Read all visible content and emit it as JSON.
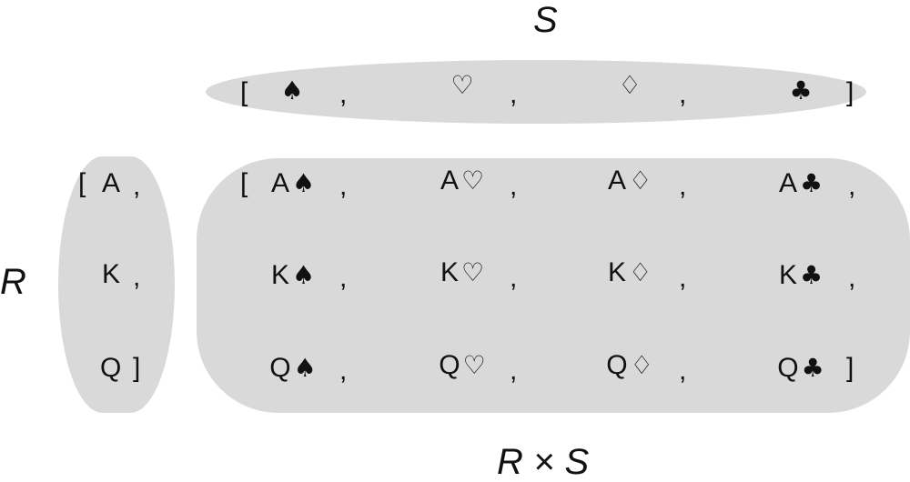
{
  "labels": {
    "s": "S",
    "r": "R",
    "rs": "R × S"
  },
  "set_s": {
    "open": "[",
    "close": "]",
    "sep": ",",
    "items": [
      "♠",
      "♡",
      "♢",
      "♣"
    ]
  },
  "set_r": {
    "open": "[",
    "close": "]",
    "sep": ",",
    "items": [
      "A",
      "K",
      "Q"
    ]
  },
  "product": {
    "open": "[",
    "close": "]",
    "sep": ",",
    "rows": [
      [
        {
          "rank": "A",
          "suit": "♠"
        },
        {
          "rank": "A",
          "suit": "♡"
        },
        {
          "rank": "A",
          "suit": "♢"
        },
        {
          "rank": "A",
          "suit": "♣"
        }
      ],
      [
        {
          "rank": "K",
          "suit": "♠"
        },
        {
          "rank": "K",
          "suit": "♡"
        },
        {
          "rank": "K",
          "suit": "♢"
        },
        {
          "rank": "K",
          "suit": "♣"
        }
      ],
      [
        {
          "rank": "Q",
          "suit": "♠"
        },
        {
          "rank": "Q",
          "suit": "♡"
        },
        {
          "rank": "Q",
          "suit": "♢"
        },
        {
          "rank": "Q",
          "suit": "♣"
        }
      ]
    ]
  },
  "colors": {
    "set_fill": "#d9d9d9",
    "text": "#111111"
  }
}
